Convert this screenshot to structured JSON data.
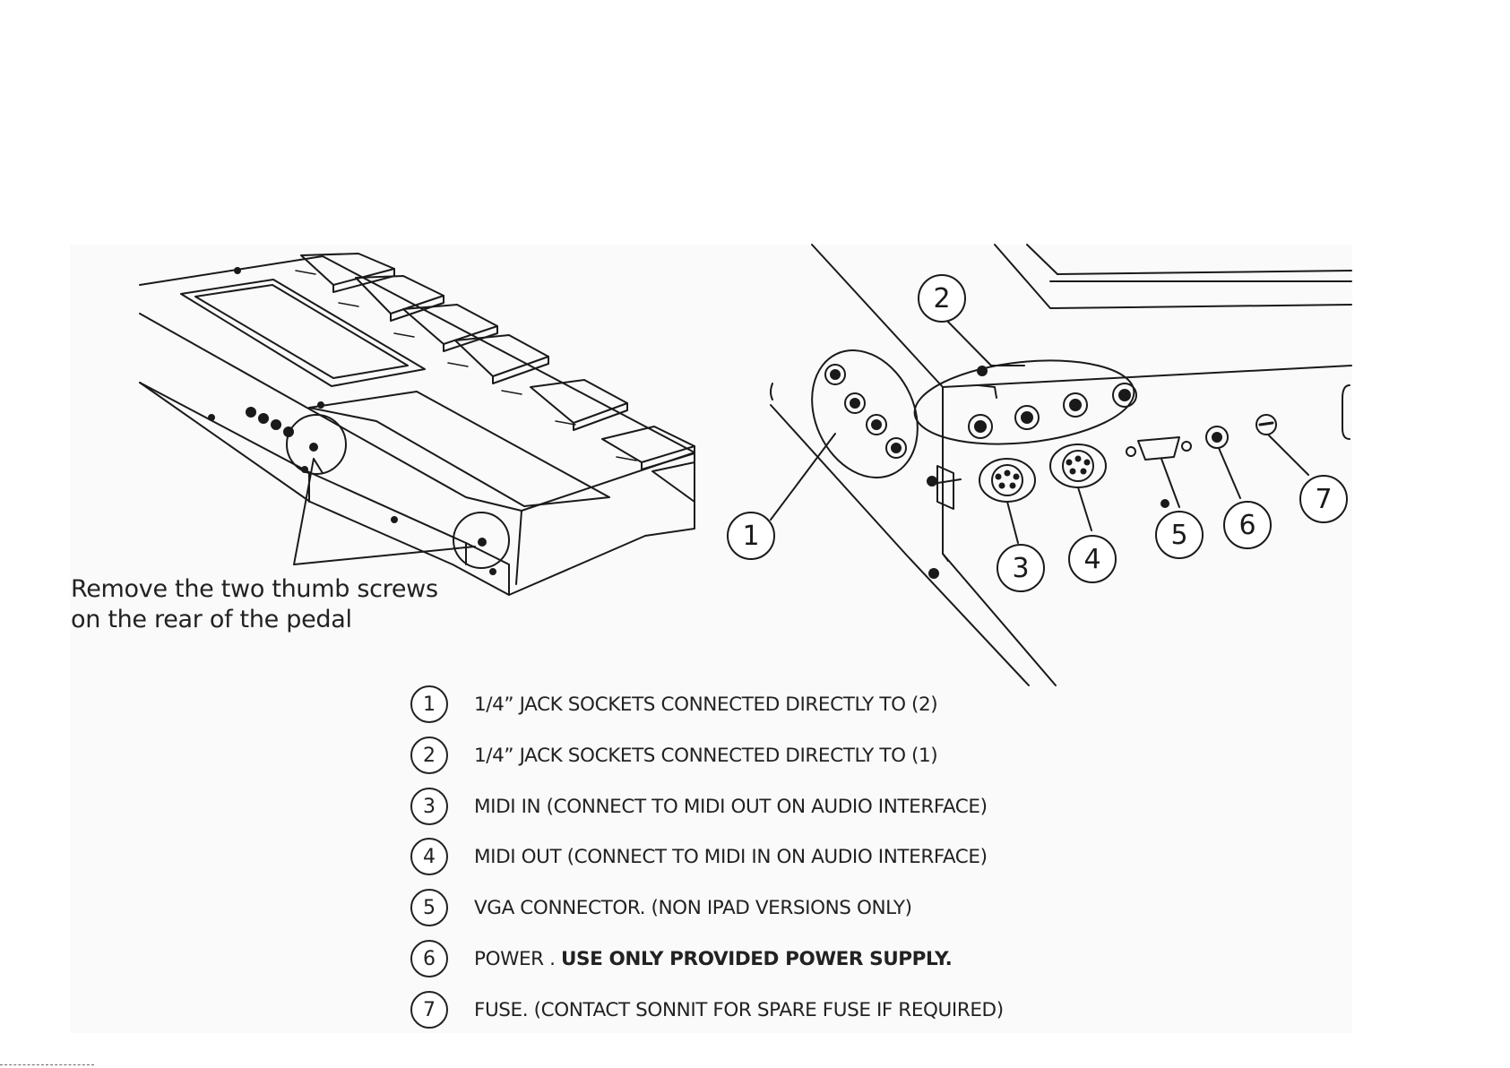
{
  "left_caption": {
    "line1": "Remove the two thumb screws",
    "line2": "on the rear of the pedal"
  },
  "callouts": [
    "1",
    "2",
    "3",
    "4",
    "5",
    "6",
    "7"
  ],
  "legend": [
    {
      "num": "1",
      "text": "1/4” JACK SOCKETS CONNECTED DIRECTLY TO (2)",
      "bold": ""
    },
    {
      "num": "2",
      "text": "1/4” JACK SOCKETS CONNECTED DIRECTLY TO (1)",
      "bold": ""
    },
    {
      "num": "3",
      "text": "MIDI IN (CONNECT TO MIDI OUT ON AUDIO INTERFACE)",
      "bold": ""
    },
    {
      "num": "4",
      "text": "MIDI OUT (CONNECT TO MIDI IN ON AUDIO INTERFACE)",
      "bold": ""
    },
    {
      "num": "5",
      "text": "VGA CONNECTOR. (NON IPAD VERSIONS ONLY)",
      "bold": ""
    },
    {
      "num": "6",
      "text": "POWER . ",
      "bold": "USE ONLY PROVIDED POWER SUPPLY."
    },
    {
      "num": "7",
      "text": "FUSE. (CONTACT SONNIT FOR SPARE FUSE IF REQUIRED)",
      "bold": ""
    }
  ]
}
